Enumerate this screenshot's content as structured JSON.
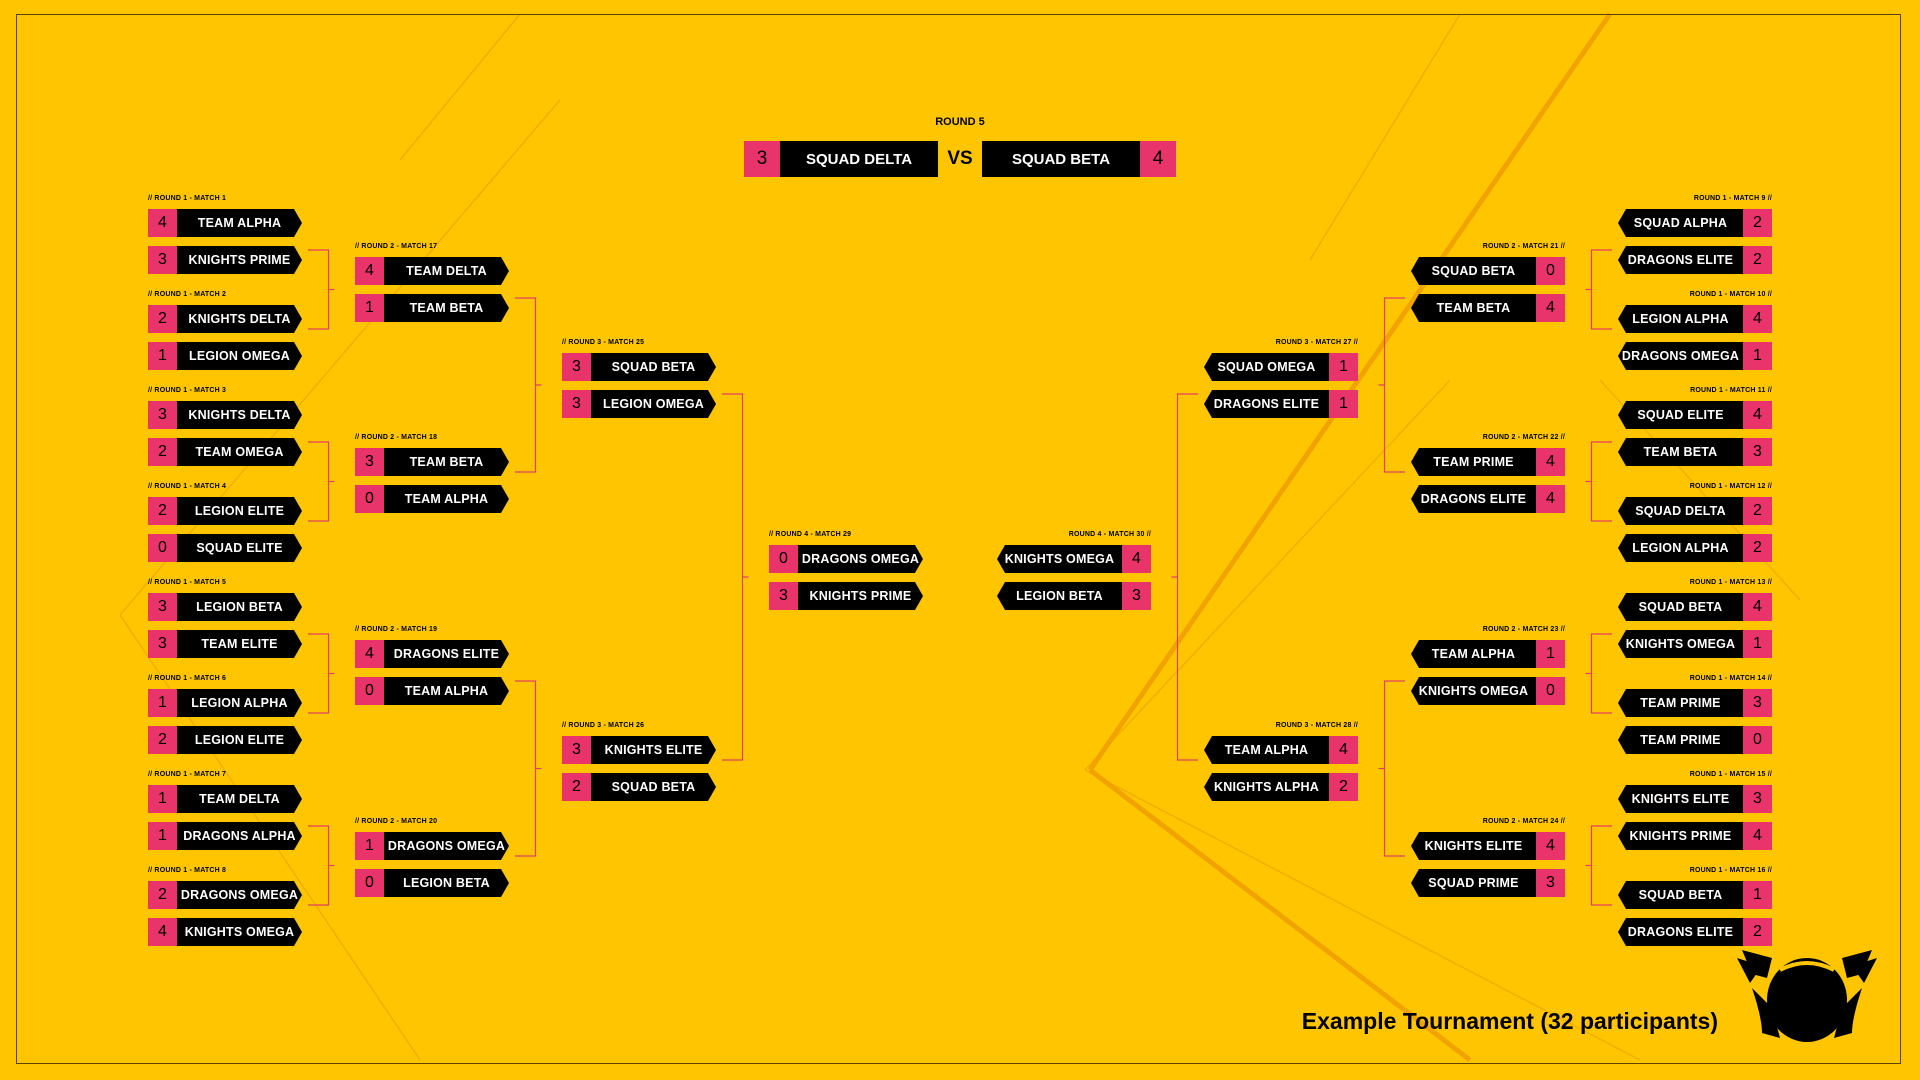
{
  "final": {
    "label": "ROUND 5",
    "team_a": "SQUAD DELTA",
    "score_a": "3",
    "vs": "VS",
    "team_b": "SQUAD BETA",
    "score_b": "4"
  },
  "caption": "Example Tournament (32 participants)",
  "colors": {
    "background": "#ffc600",
    "score": "#e8336b",
    "team": "#000000",
    "lines": "#e2405f"
  },
  "left_bracket": {
    "round1": [
      {
        "label": "ROUND 1 - MATCH 1",
        "teams": [
          {
            "name": "TEAM ALPHA",
            "score": "4"
          },
          {
            "name": "KNIGHTS PRIME",
            "score": "3"
          }
        ]
      },
      {
        "label": "ROUND 1 - MATCH 2",
        "teams": [
          {
            "name": "KNIGHTS DELTA",
            "score": "2"
          },
          {
            "name": "LEGION OMEGA",
            "score": "1"
          }
        ]
      },
      {
        "label": "ROUND 1 - MATCH 3",
        "teams": [
          {
            "name": "KNIGHTS DELTA",
            "score": "3"
          },
          {
            "name": "TEAM OMEGA",
            "score": "2"
          }
        ]
      },
      {
        "label": "ROUND 1 - MATCH 4",
        "teams": [
          {
            "name": "LEGION ELITE",
            "score": "2"
          },
          {
            "name": "SQUAD ELITE",
            "score": "0"
          }
        ]
      },
      {
        "label": "ROUND 1 - MATCH 5",
        "teams": [
          {
            "name": "LEGION BETA",
            "score": "3"
          },
          {
            "name": "TEAM ELITE",
            "score": "3"
          }
        ]
      },
      {
        "label": "ROUND 1 - MATCH 6",
        "teams": [
          {
            "name": "LEGION ALPHA",
            "score": "1"
          },
          {
            "name": "LEGION ELITE",
            "score": "2"
          }
        ]
      },
      {
        "label": "ROUND 1 - MATCH 7",
        "teams": [
          {
            "name": "TEAM DELTA",
            "score": "1"
          },
          {
            "name": "DRAGONS ALPHA",
            "score": "1"
          }
        ]
      },
      {
        "label": "ROUND 1 - MATCH 8",
        "teams": [
          {
            "name": "DRAGONS OMEGA",
            "score": "2"
          },
          {
            "name": "KNIGHTS OMEGA",
            "score": "4"
          }
        ]
      }
    ],
    "round2": [
      {
        "label": "ROUND 2 - MATCH 17",
        "teams": [
          {
            "name": "TEAM DELTA",
            "score": "4"
          },
          {
            "name": "TEAM BETA",
            "score": "1"
          }
        ]
      },
      {
        "label": "ROUND 2 - MATCH 18",
        "teams": [
          {
            "name": "TEAM BETA",
            "score": "3"
          },
          {
            "name": "TEAM ALPHA",
            "score": "0"
          }
        ]
      },
      {
        "label": "ROUND 2 - MATCH 19",
        "teams": [
          {
            "name": "DRAGONS ELITE",
            "score": "4"
          },
          {
            "name": "TEAM ALPHA",
            "score": "0"
          }
        ]
      },
      {
        "label": "ROUND 2 - MATCH 20",
        "teams": [
          {
            "name": "DRAGONS OMEGA",
            "score": "1"
          },
          {
            "name": "LEGION BETA",
            "score": "0"
          }
        ]
      }
    ],
    "round3": [
      {
        "label": "ROUND 3 - MATCH 25",
        "teams": [
          {
            "name": "SQUAD BETA",
            "score": "3"
          },
          {
            "name": "LEGION OMEGA",
            "score": "3"
          }
        ]
      },
      {
        "label": "ROUND 3 - MATCH 26",
        "teams": [
          {
            "name": "KNIGHTS ELITE",
            "score": "3"
          },
          {
            "name": "SQUAD BETA",
            "score": "2"
          }
        ]
      }
    ],
    "round4": [
      {
        "label": "ROUND 4 - MATCH 29",
        "teams": [
          {
            "name": "DRAGONS OMEGA",
            "score": "0"
          },
          {
            "name": "KNIGHTS PRIME",
            "score": "3"
          }
        ]
      }
    ]
  },
  "right_bracket": {
    "round1": [
      {
        "label": "ROUND 1 - MATCH 9",
        "teams": [
          {
            "name": "SQUAD ALPHA",
            "score": "2"
          },
          {
            "name": "DRAGONS ELITE",
            "score": "2"
          }
        ]
      },
      {
        "label": "ROUND 1 - MATCH 10",
        "teams": [
          {
            "name": "LEGION ALPHA",
            "score": "4"
          },
          {
            "name": "DRAGONS OMEGA",
            "score": "1"
          }
        ]
      },
      {
        "label": "ROUND 1 - MATCH 11",
        "teams": [
          {
            "name": "SQUAD ELITE",
            "score": "4"
          },
          {
            "name": "TEAM BETA",
            "score": "3"
          }
        ]
      },
      {
        "label": "ROUND 1 - MATCH 12",
        "teams": [
          {
            "name": "SQUAD DELTA",
            "score": "2"
          },
          {
            "name": "LEGION ALPHA",
            "score": "2"
          }
        ]
      },
      {
        "label": "ROUND 1 - MATCH 13",
        "teams": [
          {
            "name": "SQUAD BETA",
            "score": "4"
          },
          {
            "name": "KNIGHTS OMEGA",
            "score": "1"
          }
        ]
      },
      {
        "label": "ROUND 1 - MATCH 14",
        "teams": [
          {
            "name": "TEAM PRIME",
            "score": "3"
          },
          {
            "name": "TEAM PRIME",
            "score": "0"
          }
        ]
      },
      {
        "label": "ROUND 1 - MATCH 15",
        "teams": [
          {
            "name": "KNIGHTS ELITE",
            "score": "3"
          },
          {
            "name": "KNIGHTS PRIME",
            "score": "4"
          }
        ]
      },
      {
        "label": "ROUND 1 - MATCH 16",
        "teams": [
          {
            "name": "SQUAD BETA",
            "score": "1"
          },
          {
            "name": "DRAGONS ELITE",
            "score": "2"
          }
        ]
      }
    ],
    "round2": [
      {
        "label": "ROUND 2 - MATCH 21",
        "teams": [
          {
            "name": "SQUAD BETA",
            "score": "0"
          },
          {
            "name": "TEAM BETA",
            "score": "4"
          }
        ]
      },
      {
        "label": "ROUND 2 - MATCH 22",
        "teams": [
          {
            "name": "TEAM PRIME",
            "score": "4"
          },
          {
            "name": "DRAGONS ELITE",
            "score": "4"
          }
        ]
      },
      {
        "label": "ROUND 2 - MATCH 23",
        "teams": [
          {
            "name": "TEAM ALPHA",
            "score": "1"
          },
          {
            "name": "KNIGHTS OMEGA",
            "score": "0"
          }
        ]
      },
      {
        "label": "ROUND 2 - MATCH 24",
        "teams": [
          {
            "name": "KNIGHTS ELITE",
            "score": "4"
          },
          {
            "name": "SQUAD PRIME",
            "score": "3"
          }
        ]
      }
    ],
    "round3": [
      {
        "label": "ROUND 3 - MATCH 27",
        "teams": [
          {
            "name": "SQUAD OMEGA",
            "score": "1"
          },
          {
            "name": "DRAGONS ELITE",
            "score": "1"
          }
        ]
      },
      {
        "label": "ROUND 3 - MATCH 28",
        "teams": [
          {
            "name": "TEAM ALPHA",
            "score": "4"
          },
          {
            "name": "KNIGHTS ALPHA",
            "score": "2"
          }
        ]
      }
    ],
    "round4": [
      {
        "label": "ROUND 4 - MATCH 30",
        "teams": [
          {
            "name": "KNIGHTS OMEGA",
            "score": "4"
          },
          {
            "name": "LEGION BETA",
            "score": "3"
          }
        ]
      }
    ]
  }
}
